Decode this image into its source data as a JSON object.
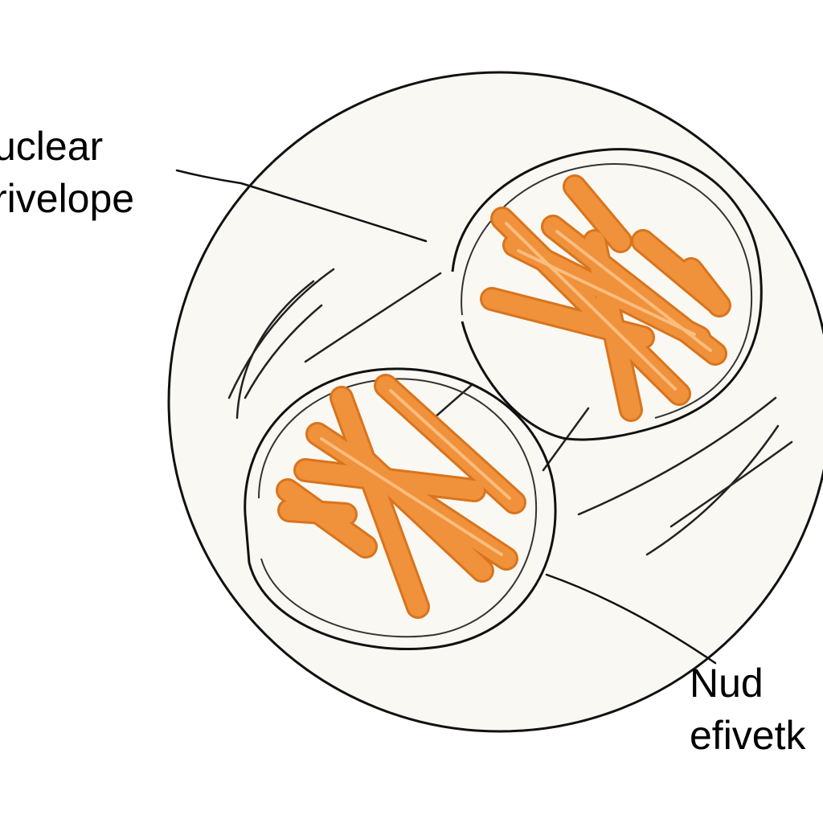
{
  "labels": {
    "top": {
      "line1": "uclear",
      "line2": "rivelope"
    },
    "bottom": {
      "line1": "Nud",
      "line2": "efivetk"
    }
  },
  "colors": {
    "cell_fill": "#faf8f3",
    "outline": "#111111",
    "chromosome": "#f0913b",
    "chromosome_edge": "#d9741c",
    "chromosome_highlight": "#ffc98f"
  }
}
